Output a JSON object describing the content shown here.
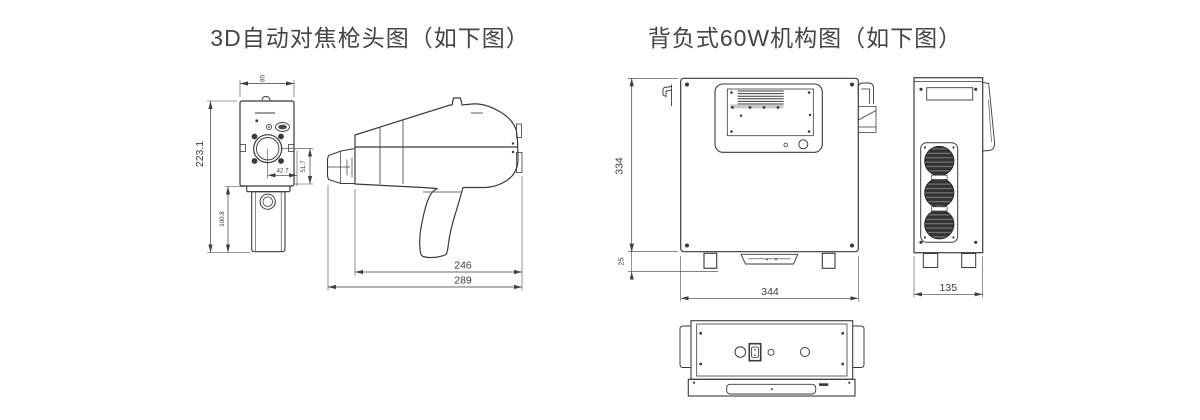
{
  "theme": {
    "bg": "#ffffff",
    "line": "#3a3a3a",
    "text": "#454545",
    "dim": "#3f3f3f",
    "fan_fill": "#333333",
    "grille_bar": "#c8c8c8"
  },
  "left_figure": {
    "title": "3D自动对焦枪头图（如下图）",
    "dimensions": {
      "front_width": "80",
      "front_height": "223.1",
      "lens_offset_h": "42.7",
      "lens_offset_v": "51.7",
      "handle_height": "100.8",
      "body_length": "246",
      "overall_length": "289"
    }
  },
  "right_figure": {
    "title": "背负式60W机构图（如下图）",
    "dimensions": {
      "front_height": "334",
      "foot_height": "25",
      "front_width": "344",
      "side_depth": "135"
    }
  }
}
